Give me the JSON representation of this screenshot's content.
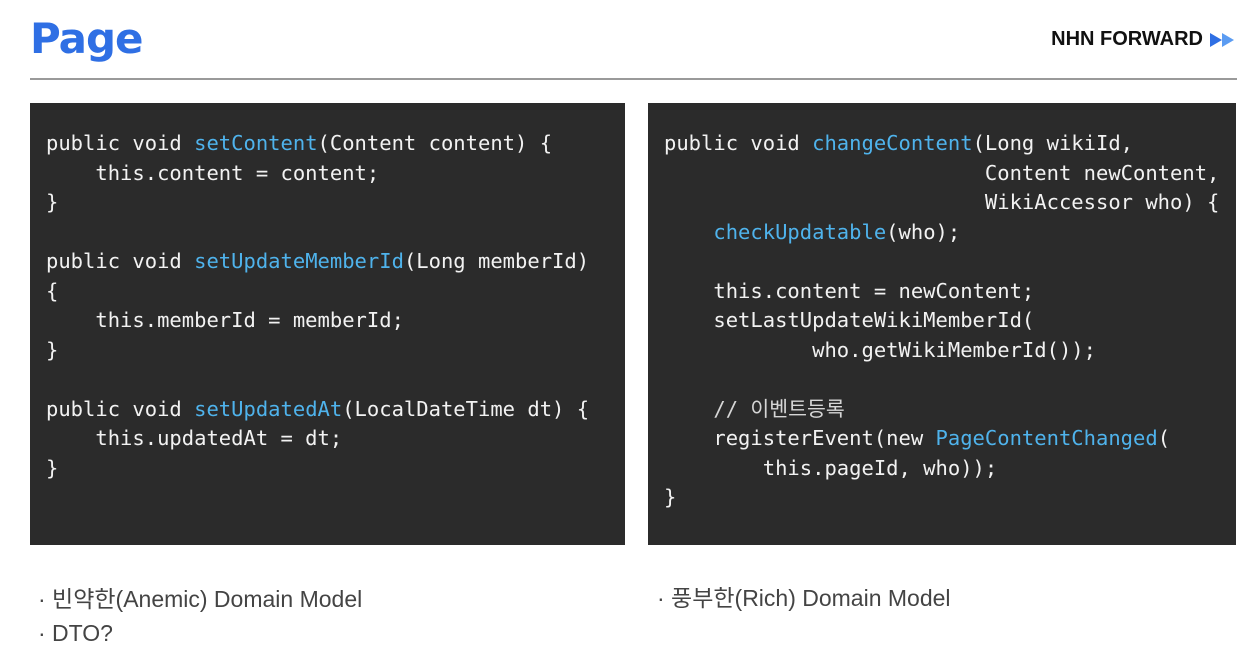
{
  "header": {
    "title": "Page",
    "brand": "NHN FORWARD",
    "brand_icon": "double-play-arrow-icon",
    "accent_color": "#2f6fe4"
  },
  "left_code": {
    "lines": [
      [
        {
          "t": "public void "
        },
        {
          "t": "setContent",
          "fn": true
        },
        {
          "t": "(Content content) {"
        }
      ],
      [
        {
          "t": "    this.content = content;"
        }
      ],
      [
        {
          "t": "}"
        }
      ],
      [
        {
          "t": ""
        }
      ],
      [
        {
          "t": "public void "
        },
        {
          "t": "setUpdateMemberId",
          "fn": true
        },
        {
          "t": "(Long memberId)"
        }
      ],
      [
        {
          "t": "{"
        }
      ],
      [
        {
          "t": "    this.memberId = memberId;"
        }
      ],
      [
        {
          "t": "}"
        }
      ],
      [
        {
          "t": ""
        }
      ],
      [
        {
          "t": "public void "
        },
        {
          "t": "setUpdatedAt",
          "fn": true
        },
        {
          "t": "(LocalDateTime dt) {"
        }
      ],
      [
        {
          "t": "    this.updatedAt = dt;"
        }
      ],
      [
        {
          "t": "}"
        }
      ]
    ]
  },
  "right_code": {
    "lines": [
      [
        {
          "t": "public void "
        },
        {
          "t": "changeContent",
          "fn": true
        },
        {
          "t": "(Long wikiId,"
        }
      ],
      [
        {
          "t": "                          Content newContent,"
        }
      ],
      [
        {
          "t": "                          WikiAccessor who) {"
        }
      ],
      [
        {
          "t": "    "
        },
        {
          "t": "checkUpdatable",
          "fn": true
        },
        {
          "t": "(who);"
        }
      ],
      [
        {
          "t": ""
        }
      ],
      [
        {
          "t": "    this.content = newContent;"
        }
      ],
      [
        {
          "t": "    setLastUpdateWikiMemberId("
        }
      ],
      [
        {
          "t": "            who.getWikiMemberId());"
        }
      ],
      [
        {
          "t": ""
        }
      ],
      [
        {
          "t": "    // 이벤트등록",
          "cm": true
        }
      ],
      [
        {
          "t": "    registerEvent(new "
        },
        {
          "t": "PageContentChanged",
          "fn": true
        },
        {
          "t": "("
        }
      ],
      [
        {
          "t": "        this.pageId, who));"
        }
      ],
      [
        {
          "t": "}"
        }
      ]
    ]
  },
  "left_bullets": [
    "· 빈약한(Anemic) Domain Model",
    "· DTO?"
  ],
  "right_bullets": [
    "· 풍부한(Rich) Domain Model"
  ]
}
